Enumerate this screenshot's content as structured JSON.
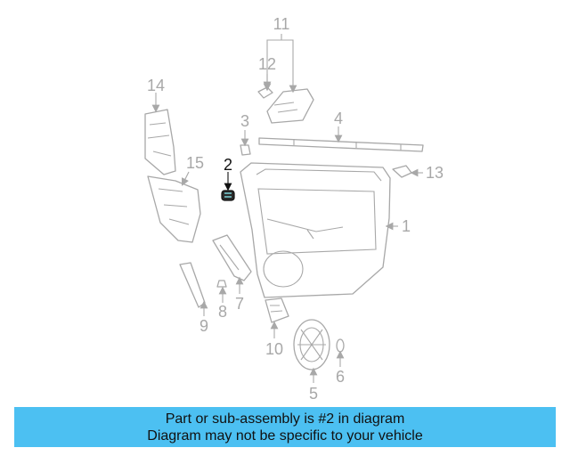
{
  "diagram": {
    "highlighted_part": "2",
    "callouts": [
      "11",
      "12",
      "14",
      "3",
      "4",
      "2",
      "15",
      "13",
      "1",
      "7",
      "8",
      "9",
      "10",
      "6",
      "5"
    ]
  },
  "banner": {
    "line1": "Part or sub-assembly is #2 in diagram",
    "line2": "Diagram may not be specific to your vehicle",
    "color": "#4cc0f2"
  }
}
